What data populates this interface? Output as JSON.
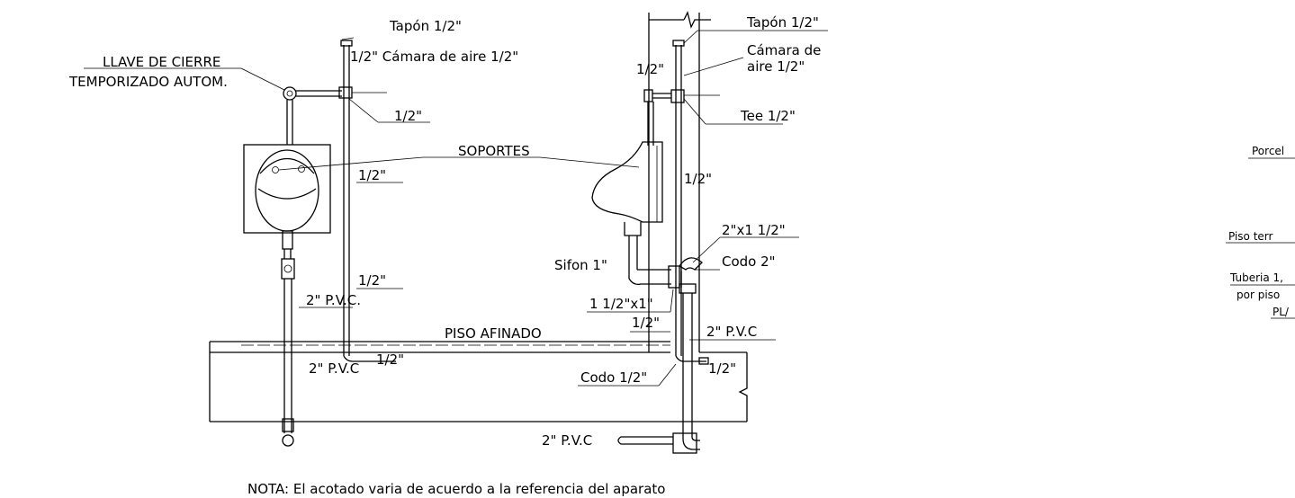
{
  "labels": {
    "tapon_left": "Tapón 1/2\"",
    "camara_left": "1/2\" Cámara de aire 1/2\"",
    "llave_line1": "LLAVE DE CIERRE",
    "llave_line2": "TEMPORIZADO AUTOM.",
    "half_tee_left": "1/2\"",
    "soportes": "SOPORTES",
    "half_vert_upper": "1/2\"",
    "half_vert_lower": "1/2\"",
    "pvc_left": "2\" P.V.C.",
    "piso_afinado": "PISO AFINADO",
    "pvc_floor_left": "2\" P.V.C",
    "half_floor_left": "1/2\"",
    "tapon_right": "Tapón 1/2\"",
    "camara_right_1": "Cámara de",
    "camara_right_2": "aire 1/2\"",
    "half_right_top": "1/2\"",
    "tee_right": "Tee 1/2\"",
    "half_right_mid": "1/2\"",
    "reducer": "2\"x1 1/2\"",
    "codo_2": "Codo 2\"",
    "sifon": "Sifon 1\"",
    "reducer_small": "1 1/2\"x1\"",
    "half_right_floor": "1/2\"",
    "pvc_right": "2\" P.V.C",
    "codo_half": "Codo 1/2\"",
    "half_right_low": "1/2\"",
    "pvc_bottom": "2\" P.V.C",
    "nota": "NOTA: El acotado varia de acuerdo a la referencia del aparato",
    "porcel": "Porcel",
    "piso_terr": "Piso terr",
    "tuberia": "Tuberia 1,",
    "por_piso": "por piso",
    "pl": "PL/"
  }
}
